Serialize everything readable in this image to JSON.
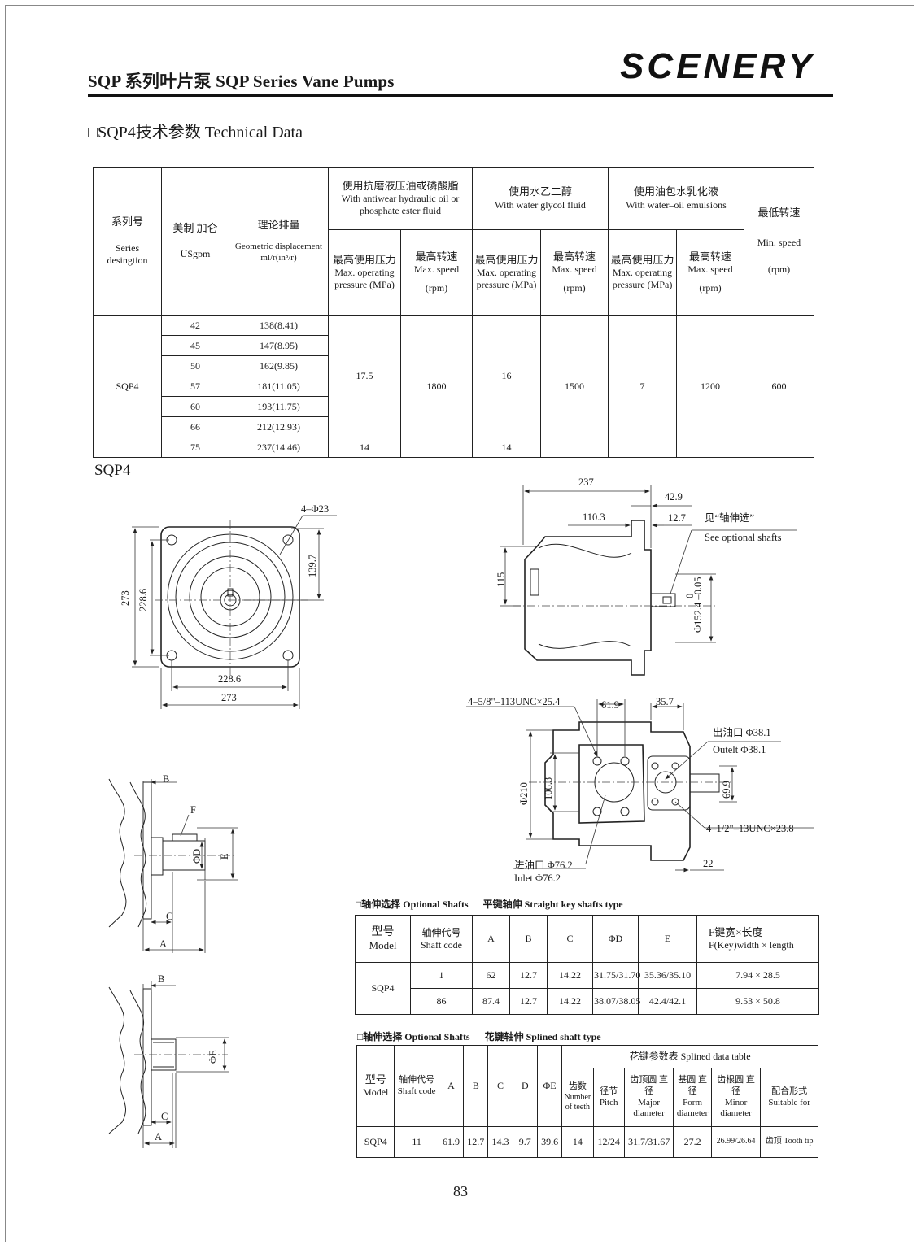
{
  "header": {
    "title": "SQP 系列叶片泵  SQP  Series  Vane Pumps",
    "brand": "SCENERY"
  },
  "section_title": "□SQP4技术参数 Technical Data",
  "tech_table": {
    "h_series_cn": "系列号",
    "h_series_en": "Series desingtion",
    "h_usgpm_cn": "美制 加仑",
    "h_usgpm_en": "USgpm",
    "h_disp_cn": "理论排量",
    "h_disp_en": "Geometric displacement ml/r(in³/r)",
    "h_antiwear_cn": "使用抗磨液压油或磷酸脂",
    "h_antiwear_en": "With antiwear hydraulic oil or phosphate ester fluid",
    "h_glycol_cn": "使用水乙二醇",
    "h_glycol_en": "With water glycol  fluid",
    "h_emul_cn": "使用油包水乳化液",
    "h_emul_en": "With water–oil emulsions",
    "h_minspeed_cn": "最低转速",
    "h_minspeed_en": "Min. speed",
    "h_minspeed_unit": "(rpm)",
    "h_press_cn": "最高使用压力",
    "h_press_en": "Max. operating pressure (MPa)",
    "h_speed_cn": "最高转速",
    "h_speed_en": "Max. speed",
    "h_speed_unit": "(rpm)",
    "series": "SQP4",
    "rows": [
      {
        "usgpm": "42",
        "disp": "138(8.41)"
      },
      {
        "usgpm": "45",
        "disp": "147(8.95)"
      },
      {
        "usgpm": "50",
        "disp": "162(9.85)"
      },
      {
        "usgpm": "57",
        "disp": "181(11.05)"
      },
      {
        "usgpm": "60",
        "disp": "193(11.75)"
      },
      {
        "usgpm": "66",
        "disp": "212(12.93)"
      },
      {
        "usgpm": "75",
        "disp": "237(14.46)"
      }
    ],
    "antiwear_press": "17.5",
    "antiwear_press_75": "14",
    "antiwear_speed": "1800",
    "glycol_press": "16",
    "glycol_press_75": "14",
    "glycol_speed": "1500",
    "emul_press": "7",
    "emul_speed": "1200",
    "min_speed": "600"
  },
  "drawing_title": "SQP4",
  "drawing_labels": {
    "holes": "4–Φ23",
    "d273v": "273",
    "d2286v": "228.6",
    "d1397": "139.7",
    "d2286h": "228.6",
    "d273h": "273",
    "d237": "237",
    "d429": "42.9",
    "d1103": "110.3",
    "d127": "12.7",
    "see_cn": "见“轴伸选”",
    "see_en": "See optional shafts",
    "d115": "115",
    "d1524": "Φ152.4 –0.05",
    "d1524_zero": "0",
    "unc1": "4–5/8\"–113UNC×25.4",
    "d619": "61.9",
    "d357": "35.7",
    "outlet_cn": "出油口 Φ38.1",
    "outlet_en": "Outelt Φ38.1",
    "d210": "Φ210",
    "d1063": "106.3",
    "d699": "69.9",
    "unc2": "4–1/2\"–13UNC×23.8",
    "inlet_cn": "进油口 Φ76.2",
    "inlet_en": "Inlet Φ76.2",
    "d22": "22",
    "sa_B": "B",
    "sa_F": "F",
    "sa_D": "ΦD",
    "sa_E": "E",
    "sa_C": "C",
    "sa_A": "A",
    "sb_B": "B",
    "sb_E": "ΦE",
    "sb_C": "C",
    "sb_A": "A"
  },
  "straight_table": {
    "caption_a": "□轴伸选择 Optional Shafts",
    "caption_b": "平键轴伸 Straight  key shafts type",
    "h_model_cn": "型号",
    "h_model_en": "Model",
    "h_code_cn": "轴伸代号",
    "h_code_en": "Shaft code",
    "h_A": "A",
    "h_B": "B",
    "h_C": "C",
    "h_D": "ΦD",
    "h_E": "E",
    "h_F_cn": "F键宽×长度",
    "h_F_en": "F(Key)width × length",
    "model": "SQP4",
    "rows": [
      {
        "code": "1",
        "A": "62",
        "B": "12.7",
        "C": "14.22",
        "D": "31.75/31.70",
        "E": "35.36/35.10",
        "F": "7.94 × 28.5"
      },
      {
        "code": "86",
        "A": "87.4",
        "B": "12.7",
        "C": "14.22",
        "D": "38.07/38.05",
        "E": "42.4/42.1",
        "F": "9.53 × 50.8"
      }
    ]
  },
  "spline_table": {
    "caption_a": "□轴伸选择 Optional Shafts",
    "caption_b": "花键轴伸 Splined shaft type",
    "h_model_cn": "型号",
    "h_model_en": "Model",
    "h_code_cn": "轴伸代号",
    "h_code_en": "Shaft code",
    "h_A": "A",
    "h_B": "B",
    "h_C": "C",
    "h_D": "D",
    "h_E": "ΦE",
    "h_group": "花键参数表 Splined data table",
    "h_teeth_cn": "齿数",
    "h_teeth_en": "Number of teeth",
    "h_pitch_cn": "径节",
    "h_pitch_en": "Pitch",
    "h_major_cn": "齿顶圆 直径",
    "h_major_en": "Major diameter",
    "h_form_cn": "基圆 直径",
    "h_form_en": "Form diameter",
    "h_minor_cn": "齿根圆 直径",
    "h_minor_en": "Minor diameter",
    "h_fit_cn": "配合形式",
    "h_fit_en": "Suitable for",
    "row": {
      "model": "SQP4",
      "code": "11",
      "A": "61.9",
      "B": "12.7",
      "C": "14.3",
      "D": "9.7",
      "E": "39.6",
      "teeth": "14",
      "pitch": "12/24",
      "major": "31.7/31.67",
      "form": "27.2",
      "minor": "26.99/26.64",
      "fit": "齿顶 Tooth tip"
    }
  },
  "page_number": "83"
}
